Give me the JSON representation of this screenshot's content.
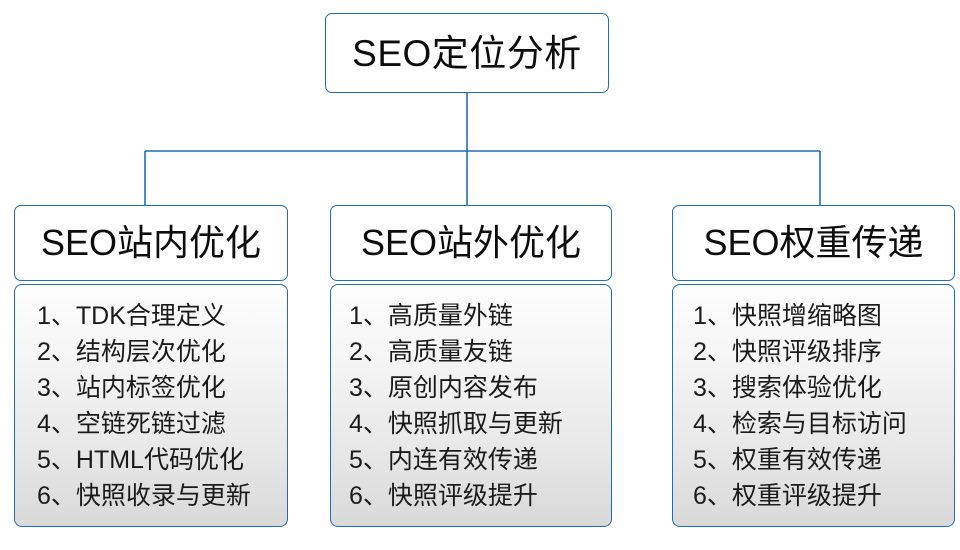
{
  "diagram": {
    "type": "org-chart",
    "root": {
      "label": "SEO定位分析"
    },
    "branches": [
      {
        "header": "SEO站内优化",
        "items": [
          "1、TDK合理定义",
          "2、结构层次优化",
          "3、站内标签优化",
          "4、空链死链过滤",
          "5、HTML代码优化",
          "6、快照收录与更新"
        ]
      },
      {
        "header": "SEO站外优化",
        "items": [
          "1、高质量外链",
          "2、高质量友链",
          "3、原创内容发布",
          "4、快照抓取与更新",
          "5、内连有效传递",
          "6、快照评级提升"
        ]
      },
      {
        "header": "SEO权重传递",
        "items": [
          "1、快照增缩略图",
          "2、快照评级排序",
          "3、搜索体验优化",
          "4、检索与目标访问",
          "5、权重有效传递",
          "6、权重评级提升"
        ]
      }
    ],
    "colors": {
      "border": "#1f6fb6",
      "connector": "#1f6fb6",
      "text": "#0d0d0d",
      "body_fill_top": "#fdfdfd",
      "body_fill_bottom": "#d9d9d9",
      "background": "#ffffff"
    }
  }
}
